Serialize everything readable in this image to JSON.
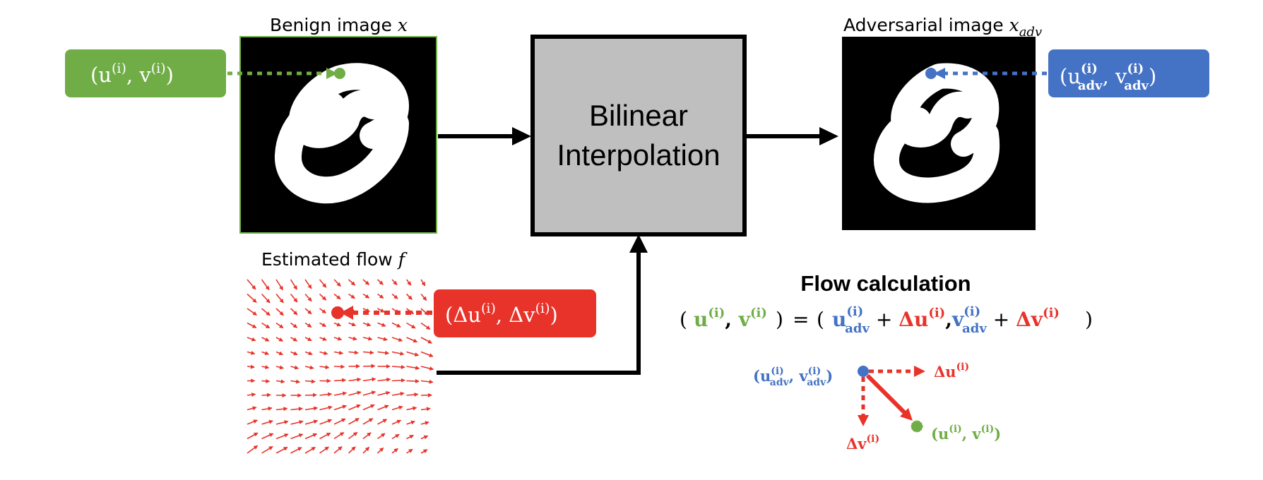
{
  "colors": {
    "green": "#70ad47",
    "blue": "#4472c4",
    "red": "#e8332a",
    "gray": "#bfbfbf",
    "black": "#000000"
  },
  "benign": {
    "label": "Benign image ",
    "symbol": "x"
  },
  "adversarial": {
    "label": "Adversarial image ",
    "symbol": "x",
    "subscript": "adv"
  },
  "flow": {
    "label": "Estimated flow ",
    "symbol": "f"
  },
  "box": {
    "line1": "Bilinear",
    "line2": "Interpolation"
  },
  "pills": {
    "green": {
      "u": "u",
      "v": "v",
      "sup": "(i)"
    },
    "blue": {
      "u": "u",
      "v": "v",
      "sup": "(i)",
      "sub": "adv"
    },
    "red": {
      "du": "Δu",
      "dv": "Δv",
      "sup": "(i)"
    }
  },
  "calc": {
    "title": "Flow calculation",
    "u": "u",
    "v": "v",
    "sup": "(i)",
    "sub": "adv",
    "du": "Δu",
    "dv": "Δv"
  }
}
